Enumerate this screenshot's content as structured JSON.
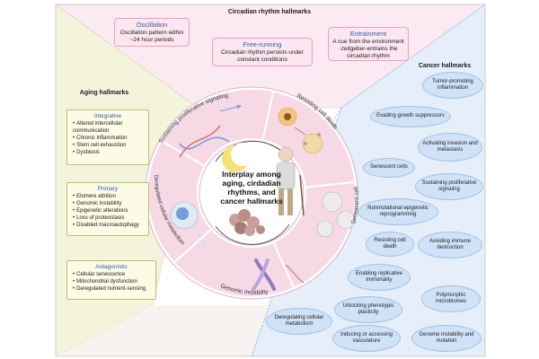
{
  "sections": {
    "circadian": "Circadian rhythm hallmarks",
    "aging": "Aging hallmarks",
    "cancer": "Cancer hallmarks"
  },
  "circadian_boxes": [
    {
      "title": "Oscillation",
      "text": "Oscillation pattern within ~24 hour periods"
    },
    {
      "title": "Free-running",
      "text": "Circadian rhythm persists under constant conditions"
    },
    {
      "title": "Entrainment",
      "text": "A cue from the environment -zeitgeber-entrains the circadian rhythm"
    }
  ],
  "aging_boxes": [
    {
      "title": "Integrative",
      "items": [
        "Altered intercellular communication",
        "Chronic inflammation",
        "Stem cell exhaustion",
        "Dysbiosis"
      ]
    },
    {
      "title": "Primary",
      "items": [
        "Elomere attrition",
        "Genomic instability",
        "Epigenetic alterations",
        "Loss of proteostasis",
        "Disabled macroautophagy"
      ]
    },
    {
      "title": "Antagonistic",
      "items": [
        "Cellular senescence",
        "Mitochondrial dysfunction",
        "Deregulated nutrient-sensing"
      ]
    }
  ],
  "cancer_hallmarks": [
    "Tumor-promoting inflammation",
    "Evading growth suppressors",
    "Activating invasion and metastasis",
    "Senescent cells",
    "Sustaining proliferative signaling",
    "Nonmutational epigenetic reprogramming",
    "Resisting cell death",
    "Avoiding immune destruction",
    "Enabling replicative immortality",
    "Polymorphic microbiomes",
    "Unlocking phenotypic plasticity",
    "Deregulating cellular metabolism",
    "Inducing or accessing vasculature",
    "Genome instability and mutation"
  ],
  "wheel_labels": [
    "Sustaining proliferative signaling",
    "Resisting cell death",
    "Senescent cell",
    "Genomic instability",
    "Deregulated cellular metabolism"
  ],
  "center": "Interplay among aging, cirdadian rhythms, and cancer hallmarks",
  "colors": {
    "circadian_bg": "#fbeaf2",
    "aging_bg": "#f4f3dc",
    "cancer_bg": "#e5eef9",
    "wheel_segment": "#f7d9e6",
    "wheel_border": "#ffffff"
  }
}
